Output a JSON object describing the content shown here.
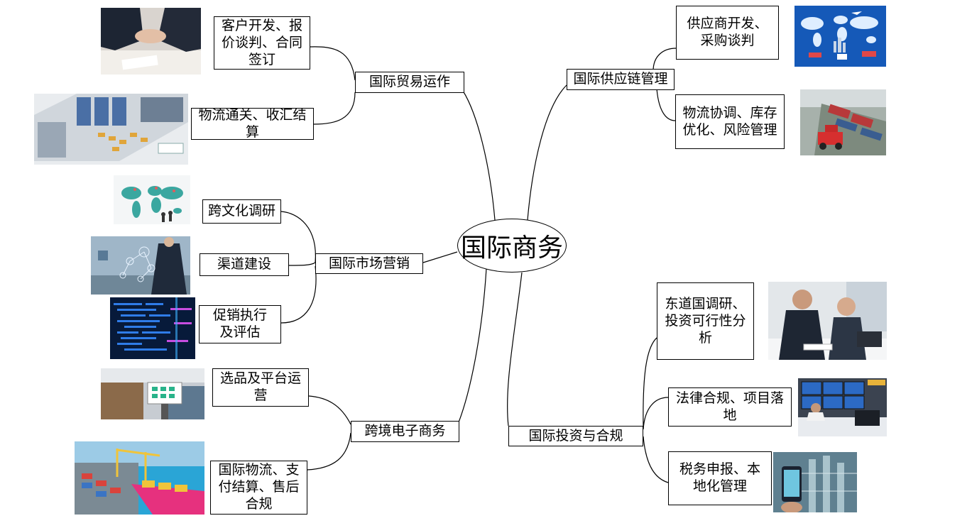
{
  "center": "国际商务",
  "branches": {
    "trade": "国际贸易运作",
    "supply": "国际供应链管理",
    "marketing": "国际市场营销",
    "ecommerce": "跨境电子商务",
    "investment": "国际投资与合规"
  },
  "leaves": {
    "trade_1": "客户开发、报\n价谈判、合同\n签订",
    "trade_2": "物流通关、收汇结\n算",
    "supply_1": "供应商开发、\n采购谈判",
    "supply_2": "物流协调、库存\n优化、风险管理",
    "marketing_1": "跨文化调研",
    "marketing_2": "渠道建设",
    "marketing_3": "促销执行\n及评估",
    "ecommerce_1": "选品及平台运\n营",
    "ecommerce_2": "国际物流、支\n付结算、售后\n合规",
    "investment_1": "东道国调研、\n投资可行性分\n析",
    "investment_2": "法律合规、项目落\n地",
    "investment_3": "税务申报、本\n地化管理"
  }
}
